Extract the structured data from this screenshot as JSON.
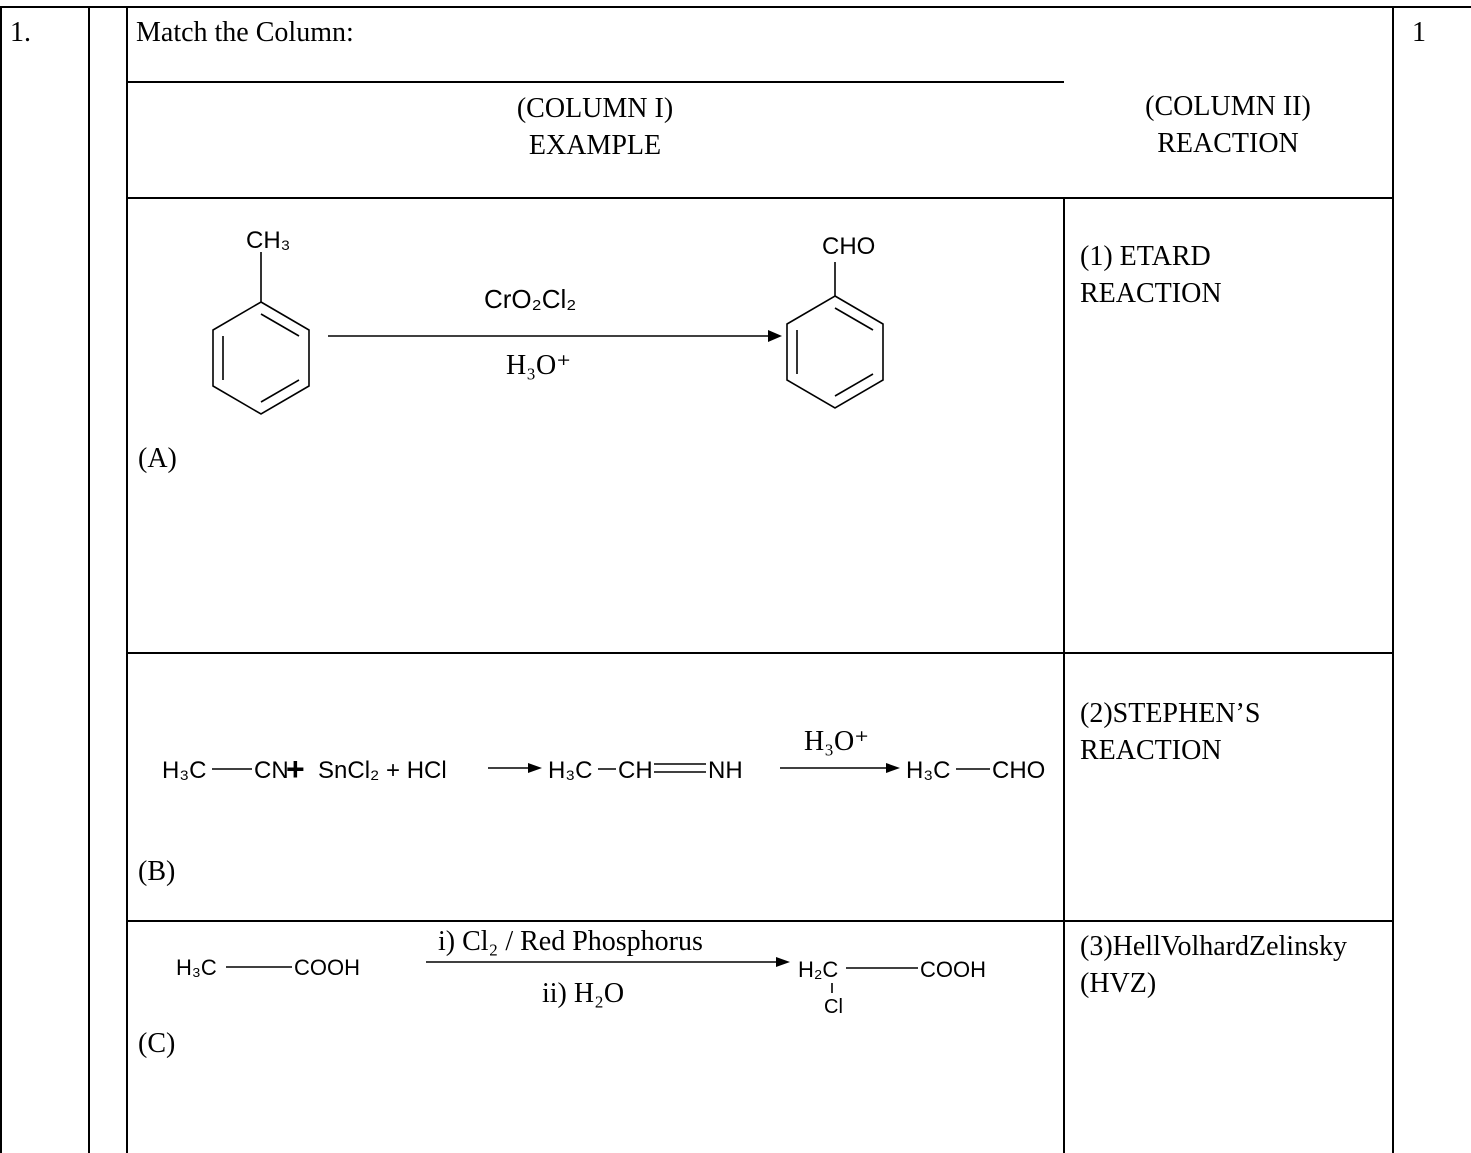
{
  "question": {
    "number": "1.",
    "instruction": "Match the Column:",
    "marks": "1"
  },
  "headers": {
    "col1_line1": "(COLUMN I)",
    "col1_line2": "EXAMPLE",
    "col2_line1": "(COLUMN II)",
    "col2_line2": "REACTION"
  },
  "rows": [
    {
      "label": "(A)",
      "reaction_line1": "(1) ETARD",
      "reaction_line2": "REACTION",
      "eq": {
        "reactant_group": "CH₃",
        "product_group": "CHO",
        "reagent_top": "CrO₂Cl₂",
        "reagent_bottom": "H₃O⁺"
      }
    },
    {
      "label": "(B)",
      "reaction_line1": "(2)STEPHEN’S",
      "reaction_line2": "REACTION",
      "eq": {
        "r1": "H₃C",
        "r1b": "CN",
        "plus": "+",
        "r2": "SnCl₂ + HCl",
        "mid1": "H₃C",
        "mid2": "CH",
        "mid3": "NH",
        "reagent": "H₃O⁺",
        "p1": "H₃C",
        "p2": "CHO"
      }
    },
    {
      "label": "(C)",
      "reaction_line1": "(3)HellVolhardZelinsky",
      "reaction_line2": "(HVZ)",
      "eq": {
        "r1": "H₃C",
        "r2": "COOH",
        "reagent_top": "i) Cl₂ / Red Phosphorus",
        "reagent_bottom": "ii) H₂O",
        "p1": "H₂C",
        "p2": "COOH",
        "p_sub": "Cl"
      }
    }
  ]
}
